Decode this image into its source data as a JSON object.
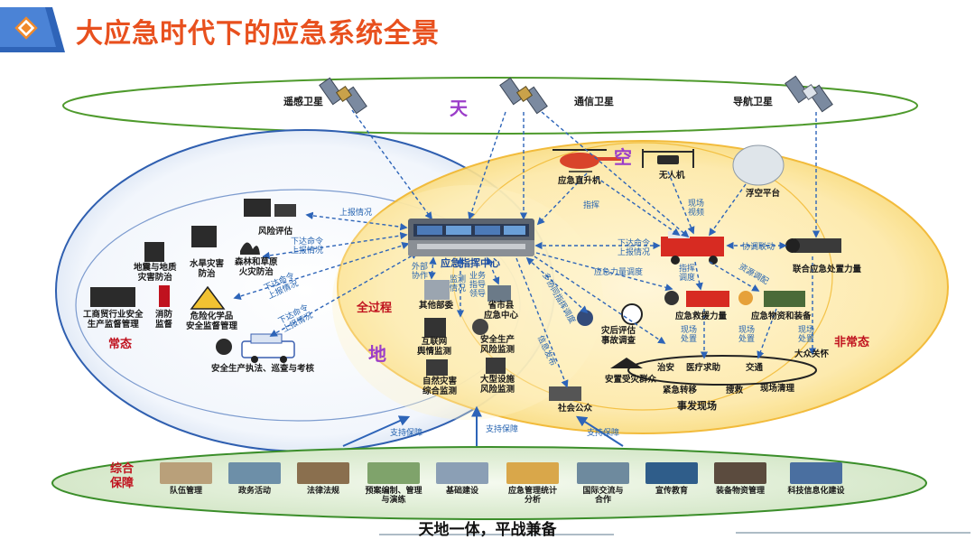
{
  "title": "大应急时代下的应急系统全景",
  "layers": {
    "sky": "天",
    "air": "空",
    "ground": "地"
  },
  "satellites": {
    "remote": "遥感卫星",
    "comm": "通信卫星",
    "nav": "导航卫星"
  },
  "air_assets": {
    "helicopter": "应急直升机",
    "drone": "无人机",
    "aerostat": "浮空平台"
  },
  "command_center": "应急指挥中心",
  "phase_labels": {
    "routine": "常态",
    "whole_process": "全过程",
    "emergency": "非常态",
    "support": "综合\n保障"
  },
  "routine_nodes": {
    "risk": "风险评估",
    "geo": "地震与地质\n灾害防治",
    "flood": "水旱灾害\n防治",
    "forest": "森林和草原\n火灾防治",
    "industry": "工商贸行业安全\n生产监督管理",
    "fire": "消防\n监督",
    "hazmat": "危险化学品\n安全监督管理",
    "enforce": "安全生产执法、巡查与考核"
  },
  "middle_nodes": {
    "other_dept": "其他部委",
    "provincial": "省市县\n应急中心",
    "internet": "互联网\n舆情监测",
    "safety_risk": "安全生产\n风险监测",
    "natural": "自然灾害\n综合监测",
    "infrastructure": "大型设施\n风险监测",
    "public": "社会公众"
  },
  "scene_nodes": {
    "assessment": "灾后评估\n事故调查",
    "rescue": "应急救援力量",
    "materials": "应急物资和装备",
    "joint": "联合应急处置力量",
    "care": "大众关怀",
    "resettle": "安置受灾群众",
    "security": "治安",
    "medical": "医疗求助",
    "traffic": "交通",
    "evacuate": "紧急转移",
    "search": "搜救",
    "cleanup": "现场清理",
    "scene": "事发现场"
  },
  "arrow_labels": {
    "report1": "上报情况",
    "cmd1": "下达命令\n上报情况",
    "cmd2": "下达命令\n上报情况",
    "cmd3": "下达命令\n上报情况",
    "outer": "外部\n协作",
    "monitor": "监测\n情况",
    "biz": "业务\n指导\n领导",
    "cmd_right": "下达命令\n上报情况",
    "dispatch": "指挥",
    "video": "现场\n视频",
    "coord": "协调联动",
    "power": "应急力量调度",
    "resource": "资源调配",
    "dispatch2": "指挥\n调度",
    "onsite1": "现场\n处置",
    "onsite2": "现场\n处置",
    "onsite3": "现场\n处置",
    "multi": "多协同指挥调度",
    "info": "信息发布",
    "support1": "支持保障",
    "support2": "支持保障",
    "support3": "支持保障"
  },
  "support_items": [
    {
      "label": "队伍管理",
      "color": "#b9a07a"
    },
    {
      "label": "政务活动",
      "color": "#6d8fa8"
    },
    {
      "label": "法律法规",
      "color": "#8a6f4e"
    },
    {
      "label": "预案编制、管理\n与演练",
      "color": "#7fa36b"
    },
    {
      "label": "基础建设",
      "color": "#8b9fb5"
    },
    {
      "label": "应急管理统计\n分析",
      "color": "#d9a74a"
    },
    {
      "label": "国际交流与\n合作",
      "color": "#6e8a9e"
    },
    {
      "label": "宣传教育",
      "color": "#2f5d8a"
    },
    {
      "label": "装备物资管理",
      "color": "#5b4b3e"
    },
    {
      "label": "科技信息化建设",
      "color": "#4a6fa0"
    }
  ],
  "slogan": "天地一体，平战兼备",
  "colors": {
    "accent": "#e8501e",
    "sky_ring": "#4e9a2c",
    "blue_ring": "#2f5fb0",
    "yellow": "#f5c84a",
    "arrow": "#2d64b8",
    "support_ring": "#3b8e2a"
  }
}
